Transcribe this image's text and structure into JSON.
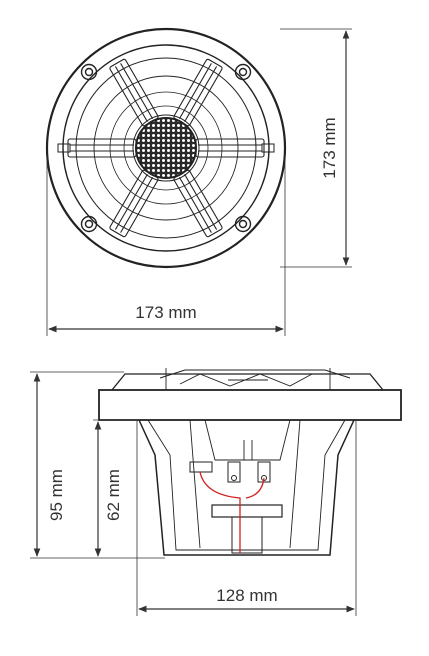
{
  "dimensions": {
    "front_width": "173 mm",
    "front_height": "173 mm",
    "side_total_depth": "95 mm",
    "side_mount_depth": "62 mm",
    "side_basket_width": "128 mm"
  },
  "colors": {
    "line": "#222222",
    "dimension_line": "#333333",
    "wire": "#d22020",
    "background": "#ffffff"
  }
}
